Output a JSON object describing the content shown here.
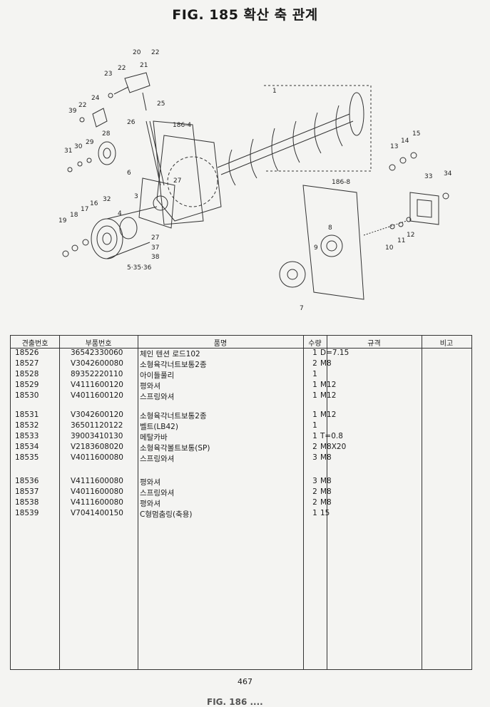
{
  "title": "FIG. 185 확산 축 관계",
  "diagram_labels": {
    "l1": "1",
    "l3": "3",
    "l4": "4",
    "l5": "5·35·36",
    "l6": "6",
    "l7": "7",
    "l8": "8",
    "l9": "9",
    "l10": "10",
    "l11": "11",
    "l12": "12",
    "l13": "13",
    "l14": "14",
    "l15": "15",
    "l16": "16",
    "l17": "17",
    "l18": "18",
    "l19": "19",
    "l20": "20",
    "l21": "21",
    "l22a": "22",
    "l22b": "22",
    "l22c": "22",
    "l23": "23",
    "l24": "24",
    "l25": "25",
    "l26": "26",
    "l27a": "27",
    "l27b": "27",
    "l28": "28",
    "l29": "29",
    "l30": "30",
    "l31": "31",
    "l32": "32",
    "l33": "33",
    "l34": "34",
    "l37": "37",
    "l38": "38",
    "l39": "39",
    "l1864": "186-4",
    "l1868": "186-8"
  },
  "table": {
    "headers": {
      "ref": "견출번호",
      "part": "부품번호",
      "name": "품명",
      "qty": "수량",
      "spec": "규격",
      "note": "비고"
    },
    "rows": [
      {
        "ref": "18526",
        "part": "36542330060",
        "name": "체인 텐션 로드102",
        "qty": "1",
        "spec": "D=7.15"
      },
      {
        "ref": "18527",
        "part": "V3042600080",
        "name": "소형육각너트보통2종",
        "qty": "2",
        "spec": "M8"
      },
      {
        "ref": "18528",
        "part": "89352220110",
        "name": "아이들풀리",
        "qty": "1",
        "spec": ""
      },
      {
        "ref": "18529",
        "part": "V4111600120",
        "name": "평와셔",
        "qty": "1",
        "spec": "M12"
      },
      {
        "ref": "18530",
        "part": "V4011600120",
        "name": "스프링와셔",
        "qty": "1",
        "spec": "M12"
      },
      {
        "ref": "18531",
        "part": "V3042600120",
        "name": "소형육각너트보통2종",
        "qty": "1",
        "spec": "M12"
      },
      {
        "ref": "18532",
        "part": "36501120122",
        "name": "벨트(LB42)",
        "qty": "1",
        "spec": ""
      },
      {
        "ref": "18533",
        "part": "39003410130",
        "name": "메탈카바",
        "qty": "1",
        "spec": "T=0.8"
      },
      {
        "ref": "18534",
        "part": "V2183608020",
        "name": "소형육각볼트보통(SP)",
        "qty": "2",
        "spec": "M8X20"
      },
      {
        "ref": "18535",
        "part": "V4011600080",
        "name": "스프링와셔",
        "qty": "3",
        "spec": "M8"
      },
      {
        "ref": "18536",
        "part": "V4111600080",
        "name": "평와셔",
        "qty": "3",
        "spec": "M8"
      },
      {
        "ref": "18537",
        "part": "V4011600080",
        "name": "스프링와셔",
        "qty": "2",
        "spec": "M8"
      },
      {
        "ref": "18538",
        "part": "V4111600080",
        "name": "평와셔",
        "qty": "2",
        "spec": "M8"
      },
      {
        "ref": "18539",
        "part": "V7041400150",
        "name": "C형멈춤링(축용)",
        "qty": "1",
        "spec": "15"
      }
    ]
  },
  "page_number": "467",
  "footer_text": "FIG. 186 ...."
}
